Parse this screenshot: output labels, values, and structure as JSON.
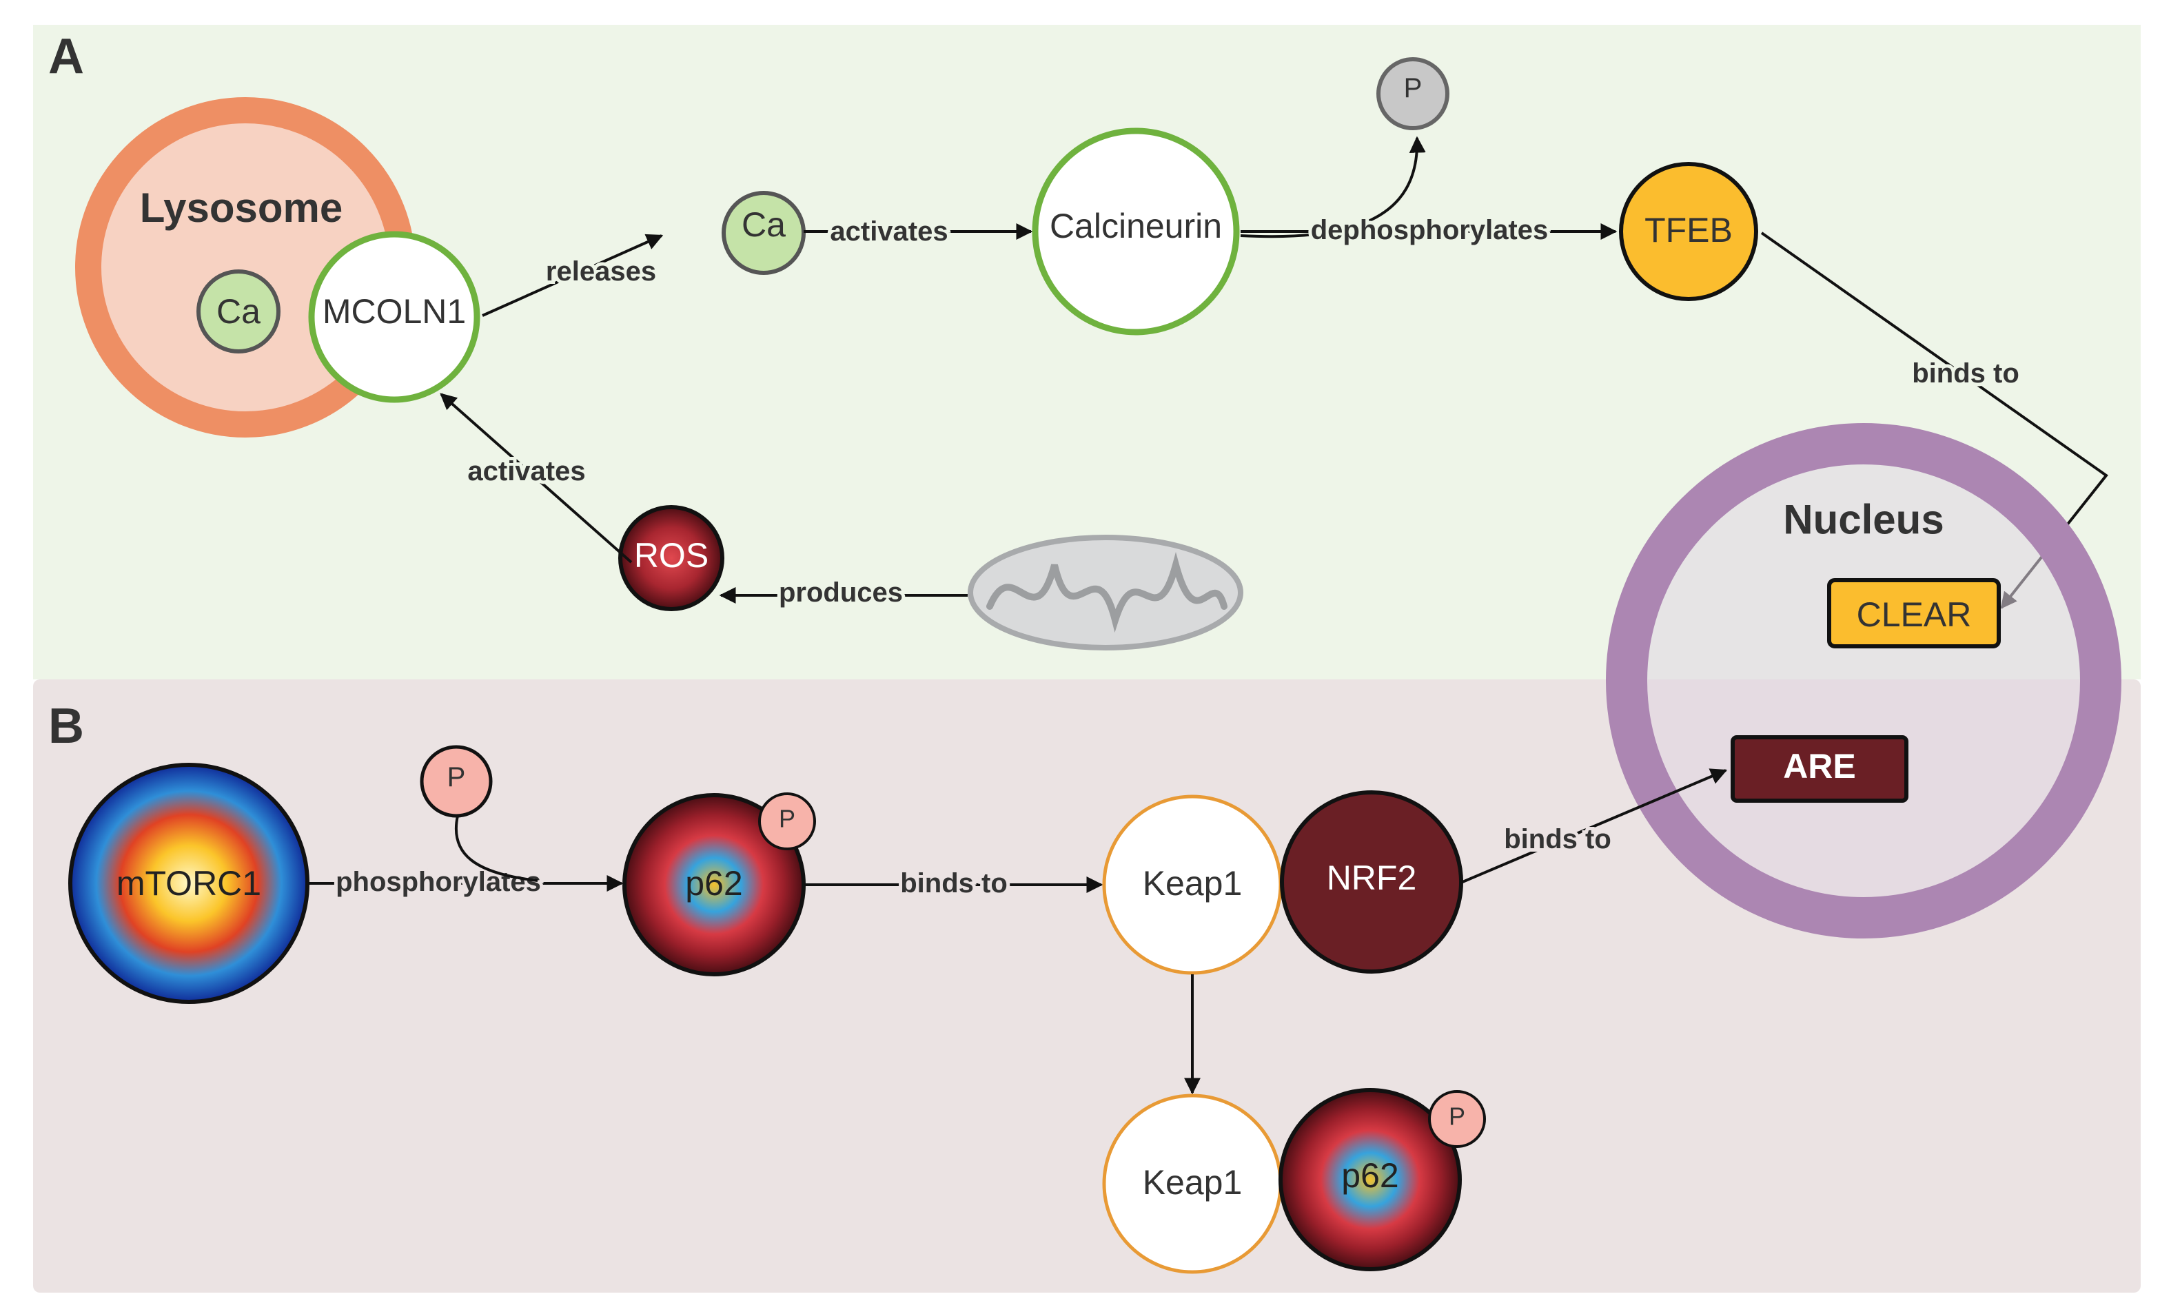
{
  "panels": {
    "a": {
      "letter": "A",
      "background": "#eef5e8"
    },
    "b": {
      "letter": "B",
      "background": "#ebe3e3"
    }
  },
  "compartments": {
    "lysosome": "Lysosome",
    "nucleus": "Nucleus"
  },
  "nodes": {
    "ca_lysosome": "Ca",
    "mcoln1": "MCOLN1",
    "ca_released": "Ca",
    "calcineurin": "Calcineurin",
    "phosphate_a": "P",
    "tfeb": "TFEB",
    "ros": "ROS",
    "clear": "CLEAR",
    "are": "ARE",
    "mtorc1": "mTORC1",
    "phosphate_b": "P",
    "p62": "p62",
    "p62_phosphate": "P",
    "keap1": "Keap1",
    "nrf2": "NRF2",
    "keap1_complex": "Keap1",
    "p62_complex": "p62",
    "p62_complex_phosphate": "P"
  },
  "edges": {
    "releases": "releases",
    "activates_ca": "activates",
    "dephosphorylates": "dephosphorylates",
    "binds_to_tfeb": "binds to",
    "activates_ros": "activates",
    "produces": "produces",
    "phosphorylates": "phosphorylates",
    "binds_to_p62": "binds to",
    "binds_to_nrf2": "binds to"
  },
  "icons": {
    "mitochondrion": "mitochondrion-icon"
  },
  "colors": {
    "lysosome_ring": "#ee8f64",
    "lysosome_fill": "#f7d2c2",
    "nucleus_ring": "#ac86b2",
    "calcium_fill": "#c5e3a8",
    "green_ring": "#6fb23e",
    "tfeb_fill": "#fbbd2e",
    "clear_fill": "#fbbd2e",
    "are_fill": "#6a1f25",
    "nrf2_fill": "#6a1f25",
    "keap1_ring": "#e89a35",
    "phosphate_pink": "#f7b3aa",
    "phosphate_grey": "#c8c8c8"
  }
}
